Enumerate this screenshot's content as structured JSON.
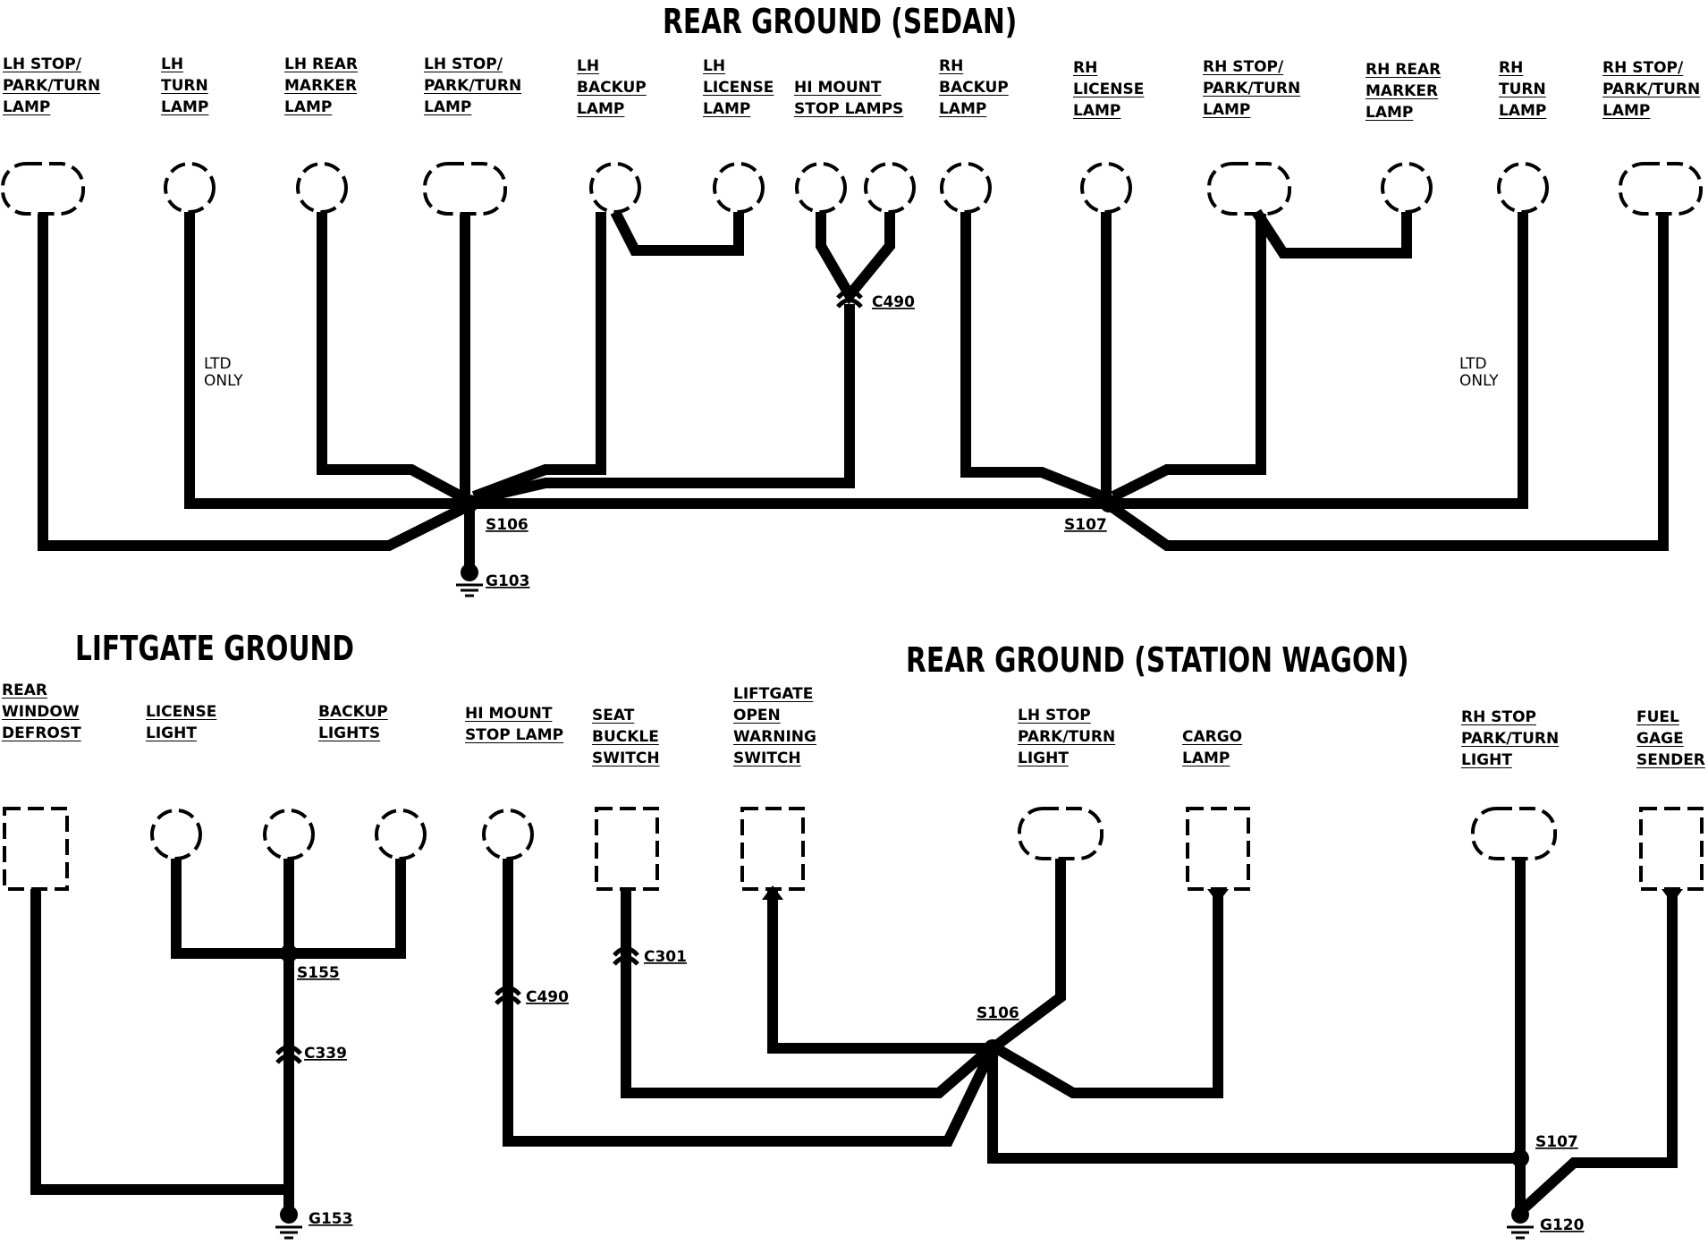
{
  "titles": {
    "sedan": "REAR GROUND (SEDAN)",
    "liftgate": "LIFTGATE GROUND",
    "wagon": "REAR GROUND (STATION WAGON)"
  },
  "sedan": {
    "components": [
      {
        "id": "lh-stop-park-turn-1",
        "lines": [
          "LH STOP/",
          "PARK/TURN",
          "LAMP"
        ]
      },
      {
        "id": "lh-turn",
        "lines": [
          "LH",
          "TURN",
          "LAMP"
        ]
      },
      {
        "id": "lh-rear-marker",
        "lines": [
          "LH REAR",
          "MARKER",
          "LAMP"
        ]
      },
      {
        "id": "lh-stop-park-turn-2",
        "lines": [
          "LH STOP/",
          "PARK/TURN",
          "LAMP"
        ]
      },
      {
        "id": "lh-backup",
        "lines": [
          "LH",
          "BACKUP",
          "LAMP"
        ]
      },
      {
        "id": "lh-license",
        "lines": [
          "LH",
          "LICENSE",
          "LAMP"
        ]
      },
      {
        "id": "hi-mount-stop",
        "lines": [
          "HI MOUNT",
          "STOP LAMPS"
        ]
      },
      {
        "id": "rh-backup",
        "lines": [
          "RH",
          "BACKUP",
          "LAMP"
        ]
      },
      {
        "id": "rh-license",
        "lines": [
          "RH",
          "LICENSE",
          "LAMP"
        ]
      },
      {
        "id": "rh-stop-park-turn-1",
        "lines": [
          "RH STOP/",
          "PARK/TURN",
          "LAMP"
        ]
      },
      {
        "id": "rh-rear-marker",
        "lines": [
          "RH REAR",
          "MARKER",
          "LAMP"
        ]
      },
      {
        "id": "rh-turn",
        "lines": [
          "RH",
          "TURN",
          "LAMP"
        ]
      },
      {
        "id": "rh-stop-park-turn-2",
        "lines": [
          "RH STOP/",
          "PARK/TURN",
          "LAMP"
        ]
      }
    ],
    "notes": {
      "ltd_left": [
        "LTD",
        "ONLY"
      ],
      "ltd_right": [
        "LTD",
        "ONLY"
      ]
    },
    "connectors": {
      "c490": "C490"
    },
    "splices": {
      "s106": "S106",
      "s107": "S107"
    },
    "grounds": {
      "g103": "G103"
    }
  },
  "liftgate": {
    "components": [
      {
        "id": "rear-window-defrost",
        "lines": [
          "REAR",
          "WINDOW",
          "DEFROST"
        ]
      },
      {
        "id": "license-light",
        "lines": [
          "LICENSE",
          "LIGHT"
        ]
      },
      {
        "id": "backup-lights",
        "lines": [
          "BACKUP",
          "LIGHTS"
        ]
      }
    ],
    "connectors": {
      "c339": "C339"
    },
    "splices": {
      "s155": "S155"
    },
    "grounds": {
      "g153": "G153"
    }
  },
  "wagon": {
    "components": [
      {
        "id": "hi-mount-stop-lamp",
        "lines": [
          "HI MOUNT",
          "STOP LAMP"
        ]
      },
      {
        "id": "seat-buckle-switch",
        "lines": [
          "SEAT",
          "BUCKLE",
          "SWITCH"
        ]
      },
      {
        "id": "liftgate-open-warning-switch",
        "lines": [
          "LIFTGATE",
          "OPEN",
          "WARNING",
          "SWITCH"
        ]
      },
      {
        "id": "lh-stop-park-turn-light",
        "lines": [
          "LH STOP",
          "PARK/TURN",
          "LIGHT"
        ]
      },
      {
        "id": "cargo-lamp",
        "lines": [
          "CARGO",
          "LAMP"
        ]
      },
      {
        "id": "rh-stop-park-turn-light",
        "lines": [
          "RH STOP",
          "PARK/TURN",
          "LIGHT"
        ]
      },
      {
        "id": "fuel-gage-sender",
        "lines": [
          "FUEL",
          "GAGE",
          "SENDER"
        ]
      }
    ],
    "connectors": {
      "c490": "C490",
      "c301": "C301"
    },
    "splices": {
      "s106": "S106",
      "s107": "S107"
    },
    "grounds": {
      "g120": "G120"
    }
  }
}
